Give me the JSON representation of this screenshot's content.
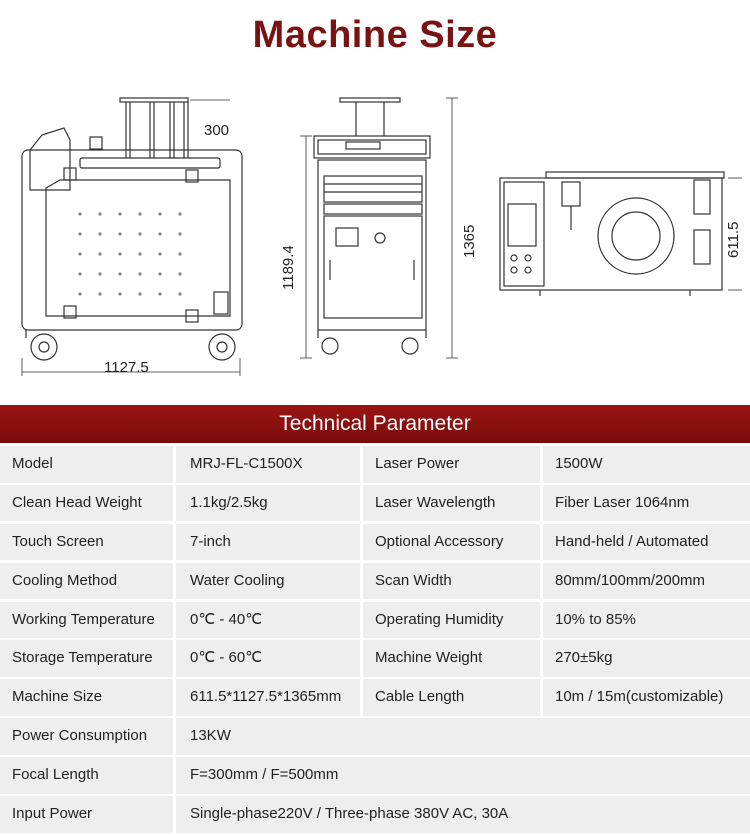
{
  "title": "Machine Size",
  "dimensions": {
    "side_height_extension": "300",
    "side_width": "1127.5",
    "front_height_inner": "1189.4",
    "front_height_total": "1365",
    "top_depth": "611.5"
  },
  "banner": "Technical Parameter",
  "rows4": [
    {
      "k1": "Model",
      "v1": "MRJ-FL-C1500X",
      "k2": "Laser Power",
      "v2": "1500W"
    },
    {
      "k1": "Clean Head Weight",
      "v1": "1.1kg/2.5kg",
      "k2": "Laser Wavelength",
      "v2": "Fiber Laser 1064nm"
    },
    {
      "k1": "Touch Screen",
      "v1": "7-inch",
      "k2": "Optional Accessory",
      "v2": "Hand-held / Automated"
    },
    {
      "k1": "Cooling Method",
      "v1": "Water Cooling",
      "k2": "Scan Width",
      "v2": "80mm/100mm/200mm"
    },
    {
      "k1": "Working Temperature",
      "v1": "0℃ - 40℃",
      "k2": "Operating Humidity",
      "v2": "10% to 85%"
    },
    {
      "k1": "Storage Temperature",
      "v1": "0℃ - 60℃",
      "k2": "Machine Weight",
      "v2": "270±5kg"
    },
    {
      "k1": "Machine Size",
      "v1": "611.5*1127.5*1365mm",
      "k2": "Cable Length",
      "v2": "10m / 15m(customizable)"
    }
  ],
  "rows2": [
    {
      "k": "Power Consumption",
      "v": "13KW"
    },
    {
      "k": "Focal Length",
      "v": "F=300mm / F=500mm"
    },
    {
      "k": "Input Power",
      "v": "Single-phase220V / Three-phase 380V AC, 30A"
    }
  ]
}
